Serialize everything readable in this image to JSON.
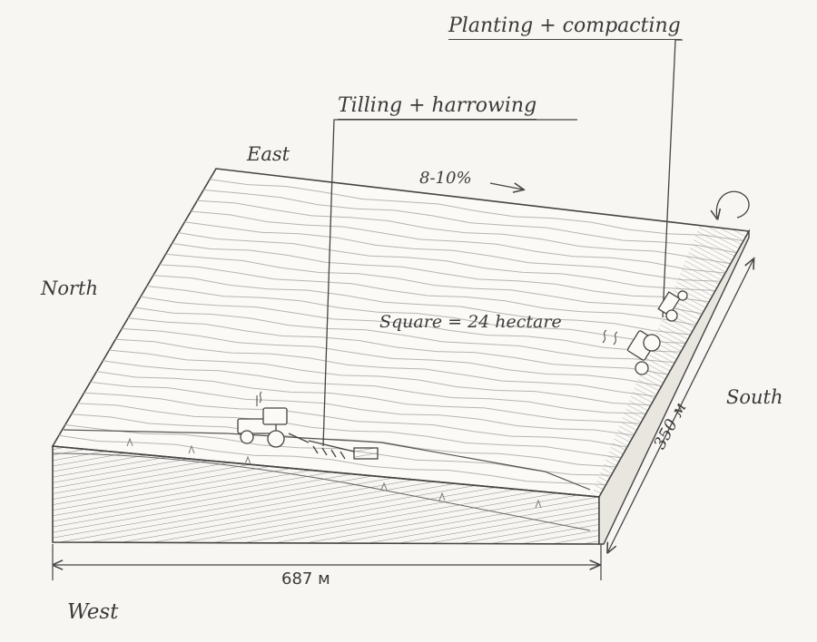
{
  "labels": {
    "planting": "Planting + compacting",
    "tilling": "Tilling + harrowing",
    "east": "East",
    "west": "West",
    "north": "North",
    "south": "South",
    "slope": "8-10%",
    "area": "Square = 24 hectare",
    "width": "687 м",
    "depth": "350 м"
  },
  "colors": {
    "ink": "#444444",
    "paper": "#f7f6f2",
    "soil": "#9a9a9a"
  },
  "icons": {
    "tractor_left": "tractor-with-harrow",
    "tractor_right": "tractor-with-planter",
    "turn_arrow": "u-turn-arrow"
  }
}
